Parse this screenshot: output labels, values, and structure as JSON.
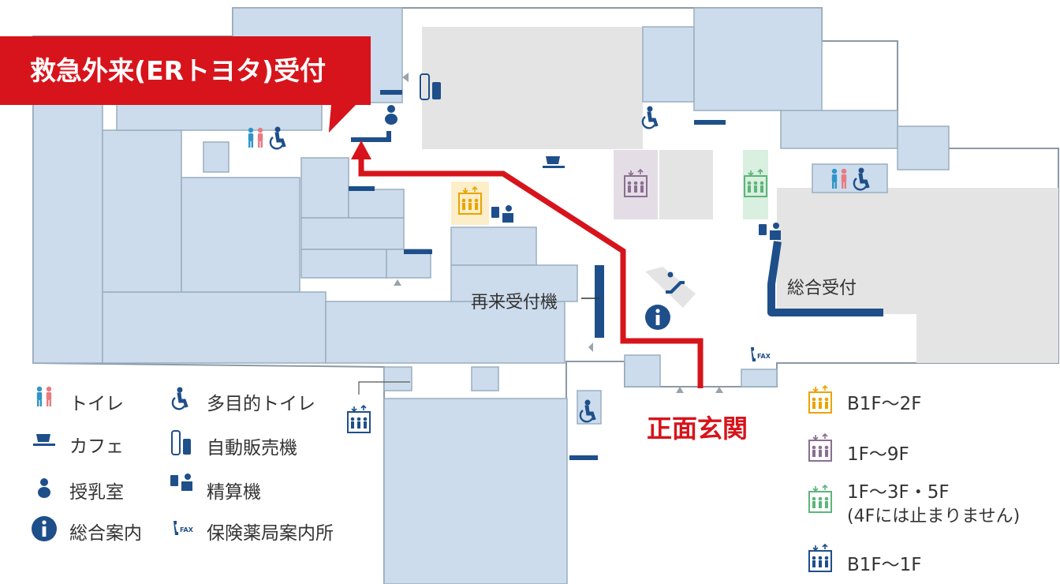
{
  "callout": {
    "text": "救急外来(ERトヨタ)受付"
  },
  "map_labels": {
    "reentry_machine": "再来受付機",
    "general_reception": "総合受付",
    "main_entrance": "正面玄関"
  },
  "legend_left": [
    {
      "icon": "restroom-icon",
      "label": "トイレ"
    },
    {
      "icon": "cafe-icon",
      "label": "カフェ"
    },
    {
      "icon": "nursing-room-icon",
      "label": "授乳室"
    },
    {
      "icon": "information-icon",
      "label": "総合案内"
    }
  ],
  "legend_mid": [
    {
      "icon": "accessible-toilet-icon",
      "label": "多目的トイレ"
    },
    {
      "icon": "vending-machine-icon",
      "label": "自動販売機"
    },
    {
      "icon": "payment-machine-icon",
      "label": "精算機"
    },
    {
      "icon": "fax-phone-icon",
      "label": "保険薬局案内所"
    }
  ],
  "elevator_legend": [
    {
      "icon": "elevator-yellow-icon",
      "label": "B1F〜2F",
      "color": "#e8a400"
    },
    {
      "icon": "elevator-purple-icon",
      "label": "1F〜9F",
      "color": "#8a6f91"
    },
    {
      "icon": "elevator-green-icon",
      "label": "1F〜3F・5F",
      "sub": "(4Fには止まりません)",
      "color": "#5db57a"
    },
    {
      "icon": "elevator-navy-icon",
      "label": "B1F〜1F",
      "color": "#1e4f8a"
    }
  ],
  "colors": {
    "room_fill": "#ccdcec",
    "room_stroke": "#9aaebf",
    "wall": "#8c99a6",
    "gray_block": "#e4e4e4",
    "route_red": "#d7141b",
    "navy": "#1e4f8a",
    "restroom_male": "#2f95c8",
    "restroom_female": "#e77b82",
    "fax_text": "FAX"
  }
}
